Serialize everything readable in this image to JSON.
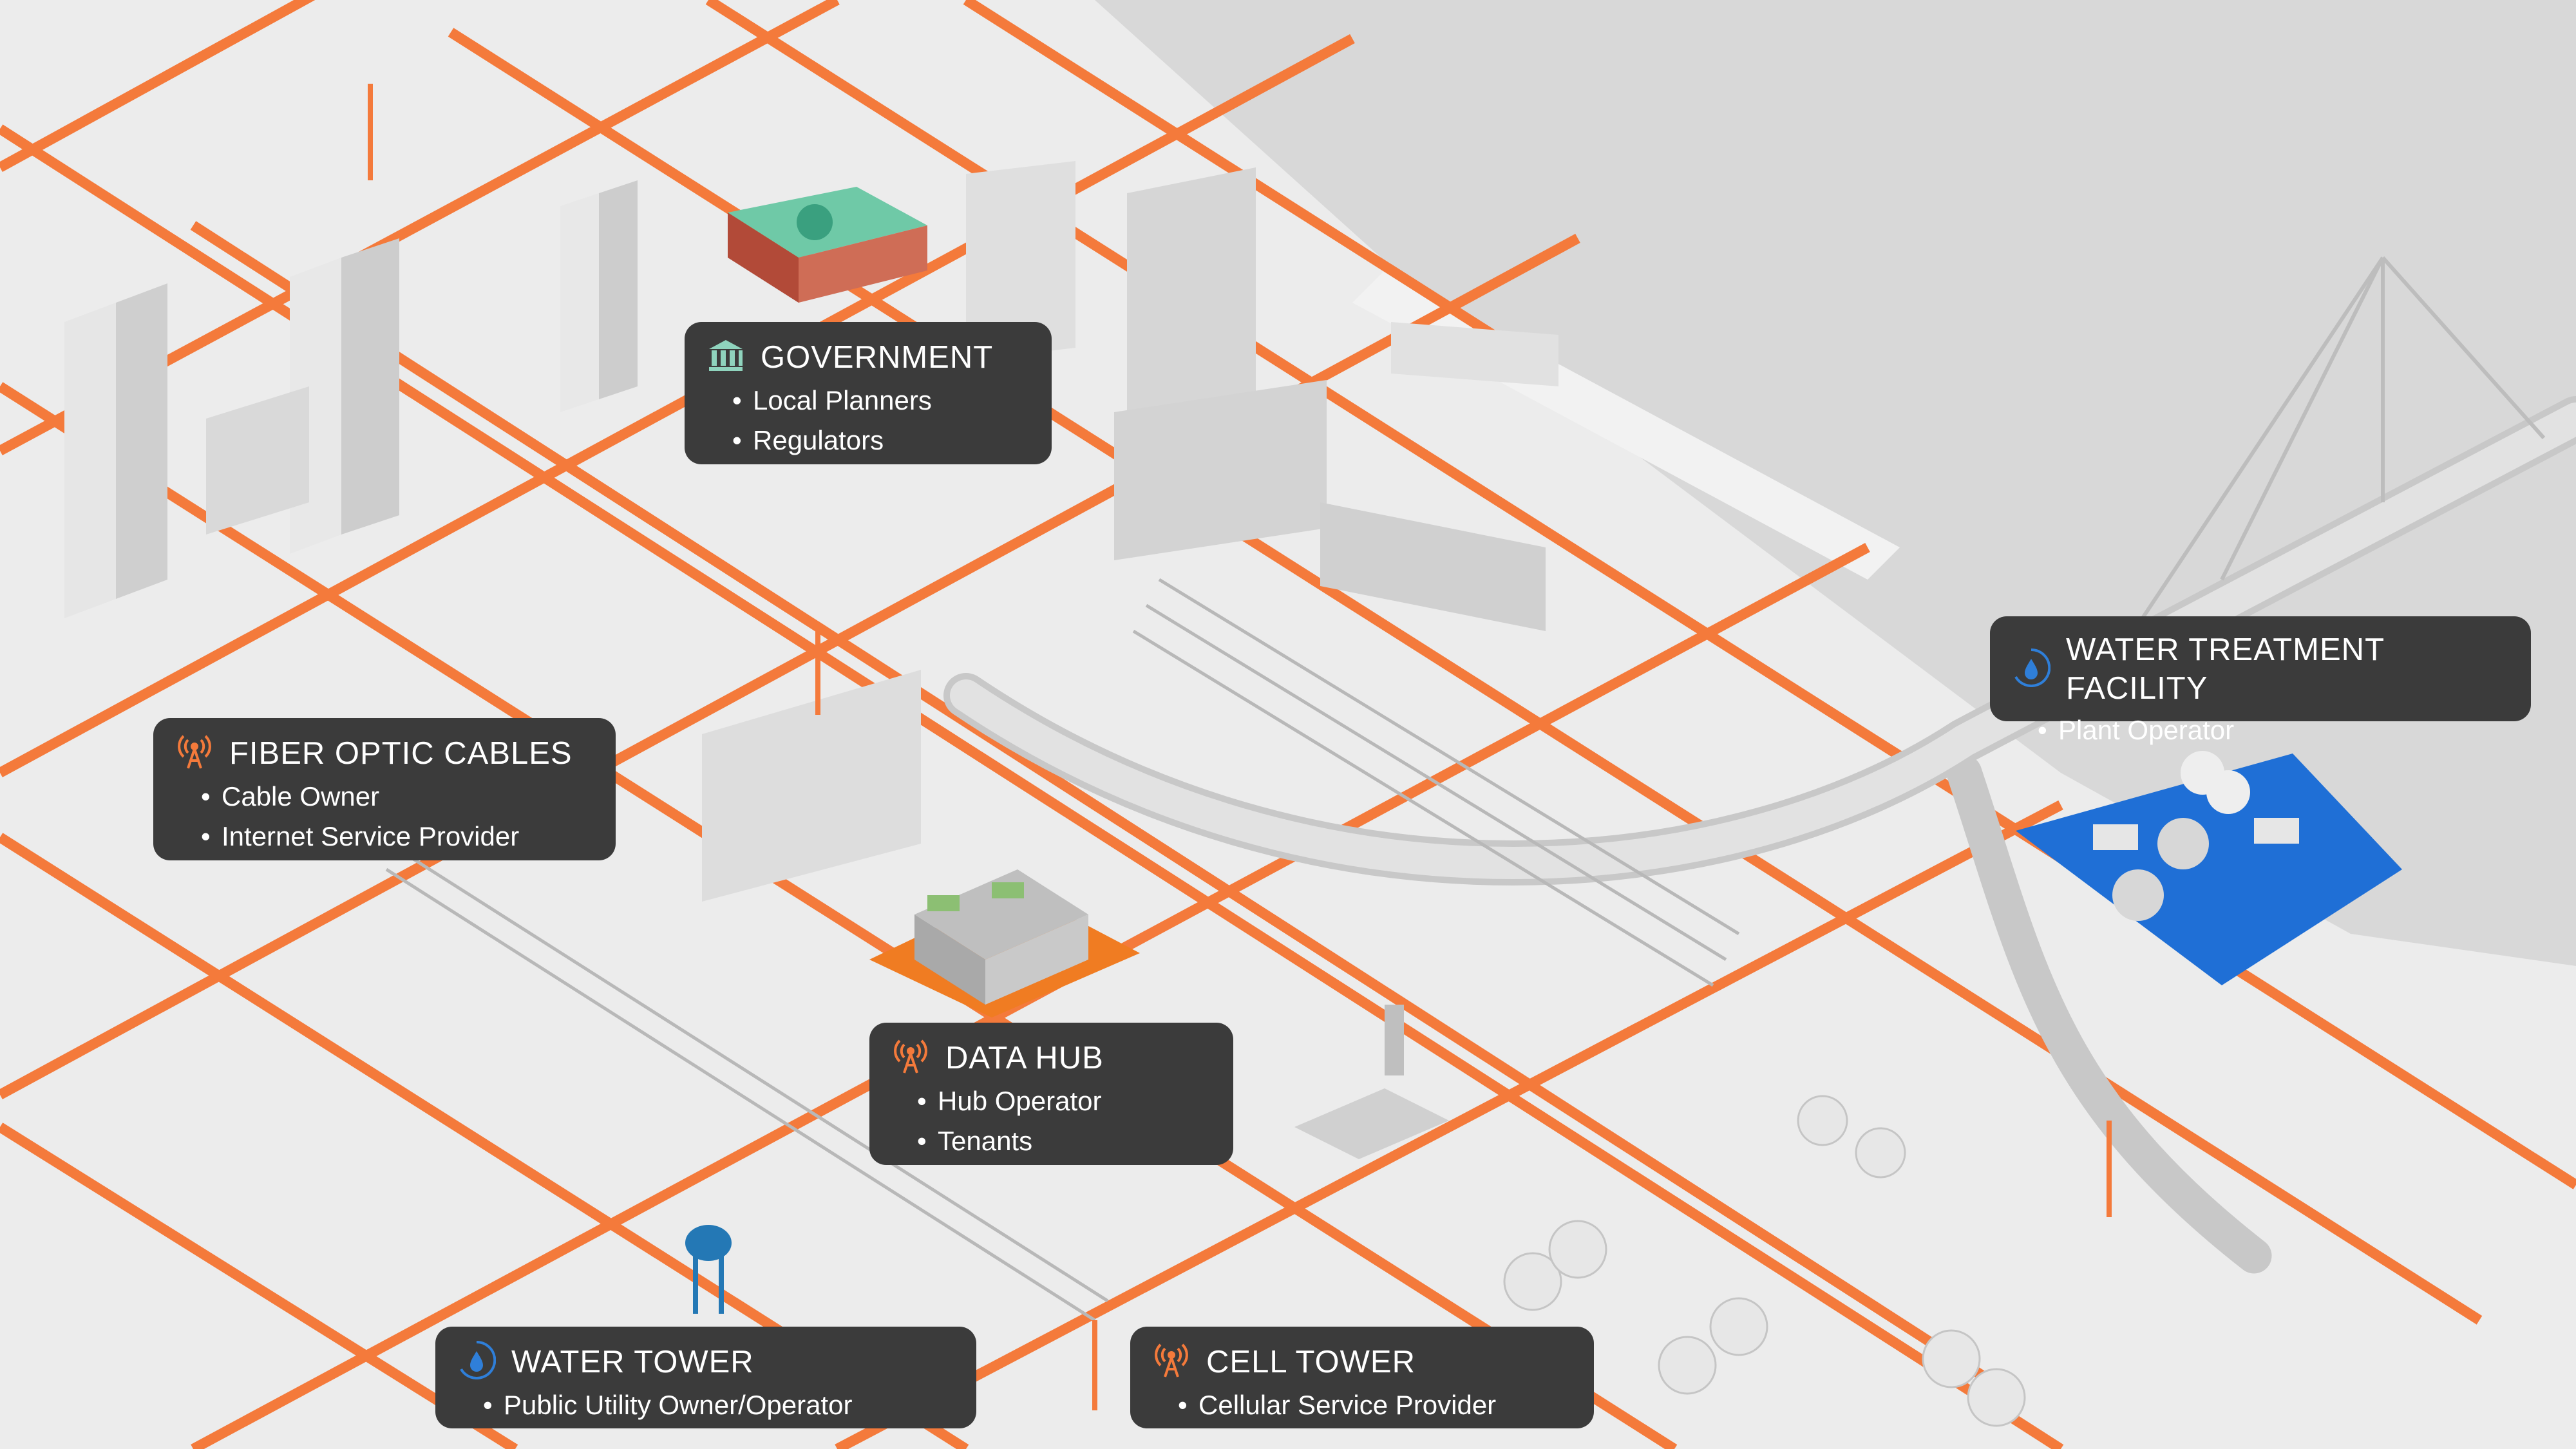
{
  "colors": {
    "road": "#f47a3b",
    "callout_bg": "#3b3b3b",
    "water_facility": "#1f6fd6",
    "government_icon": "#8fd3bd",
    "data_hub": "#f07c22",
    "water_icon": "#2f7fd9"
  },
  "callouts": {
    "government": {
      "icon": "bank-icon",
      "title": "GOVERNMENT",
      "items": [
        "Local Planners",
        "Regulators"
      ]
    },
    "fiber": {
      "icon": "antenna-icon",
      "title": "FIBER OPTIC CABLES",
      "items": [
        "Cable Owner",
        "Internet Service Provider"
      ]
    },
    "datahub": {
      "icon": "antenna-icon",
      "title": "DATA HUB",
      "items": [
        "Hub Operator",
        "Tenants"
      ]
    },
    "water_treatment": {
      "icon": "water-drop-icon",
      "title": "WATER TREATMENT FACILITY",
      "items": [
        "Plant Operator"
      ]
    },
    "water_tower": {
      "icon": "water-drop-icon",
      "title": "WATER TOWER",
      "items": [
        "Public Utility Owner/Operator"
      ]
    },
    "cell_tower": {
      "icon": "antenna-icon",
      "title": "CELL TOWER",
      "items": [
        "Cellular Service Provider"
      ]
    }
  }
}
